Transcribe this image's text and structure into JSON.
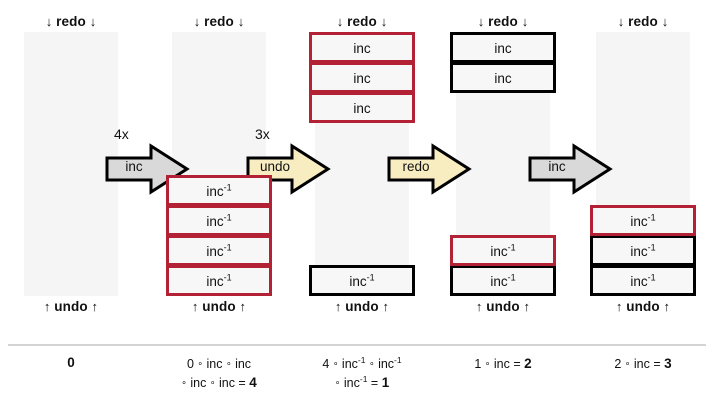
{
  "labels": {
    "redo": "redo",
    "undo": "undo",
    "down_arrow": "↓",
    "up_arrow": "↑"
  },
  "columns": [
    {
      "id": "state-0",
      "redo_label": "redo",
      "undo_label": "undo",
      "redo_stack": [],
      "undo_stack": [],
      "caption_line1": "0",
      "caption_line2": ""
    },
    {
      "id": "state-1",
      "redo_label": "redo",
      "undo_label": "undo",
      "redo_stack": [],
      "undo_stack": [
        {
          "text": "inc⁻¹",
          "color": "red"
        },
        {
          "text": "inc⁻¹",
          "color": "red"
        },
        {
          "text": "inc⁻¹",
          "color": "red"
        },
        {
          "text": "inc⁻¹",
          "color": "red"
        }
      ],
      "caption_line1": "0 ∘ inc ∘ inc",
      "caption_line2": "∘ inc ∘ inc = 4"
    },
    {
      "id": "state-2",
      "redo_label": "redo",
      "undo_label": "undo",
      "redo_stack": [
        {
          "text": "inc",
          "color": "red"
        },
        {
          "text": "inc",
          "color": "red"
        },
        {
          "text": "inc",
          "color": "red"
        }
      ],
      "undo_stack": [
        {
          "text": "inc⁻¹",
          "color": "black"
        }
      ],
      "caption_line1": "4 ∘ inc⁻¹ ∘ inc⁻¹",
      "caption_line2": "∘ inc⁻¹ = 1"
    },
    {
      "id": "state-3",
      "redo_label": "redo",
      "undo_label": "undo",
      "redo_stack": [
        {
          "text": "inc",
          "color": "black"
        },
        {
          "text": "inc",
          "color": "black"
        }
      ],
      "undo_stack": [
        {
          "text": "inc⁻¹",
          "color": "red"
        },
        {
          "text": "inc⁻¹",
          "color": "black"
        }
      ],
      "caption_line1": "1 ∘ inc = 2",
      "caption_line2": ""
    },
    {
      "id": "state-4",
      "redo_label": "redo",
      "undo_label": "undo",
      "redo_stack": [],
      "undo_stack": [
        {
          "text": "inc⁻¹",
          "color": "red"
        },
        {
          "text": "inc⁻¹",
          "color": "black"
        },
        {
          "text": "inc⁻¹",
          "color": "black"
        }
      ],
      "caption_line1": "2 ∘ inc = 3",
      "caption_line2": ""
    }
  ],
  "arrows": [
    {
      "id": "arrow-inc-1",
      "multiplier": "4x",
      "label": "inc",
      "style": "grey"
    },
    {
      "id": "arrow-undo",
      "multiplier": "3x",
      "label": "undo",
      "style": "yellow"
    },
    {
      "id": "arrow-redo",
      "multiplier": "",
      "label": "redo",
      "style": "yellow"
    },
    {
      "id": "arrow-inc-2",
      "multiplier": "",
      "label": "inc",
      "style": "grey"
    }
  ],
  "colors": {
    "red_border": "#b22234",
    "black_border": "#000000",
    "track_grey": "#f5f5f5",
    "cell_fill": "#f7f7f7",
    "arrow_yellow": "#f7edc0",
    "arrow_grey": "#d9d9d9",
    "rule": "#d4d4d4"
  }
}
